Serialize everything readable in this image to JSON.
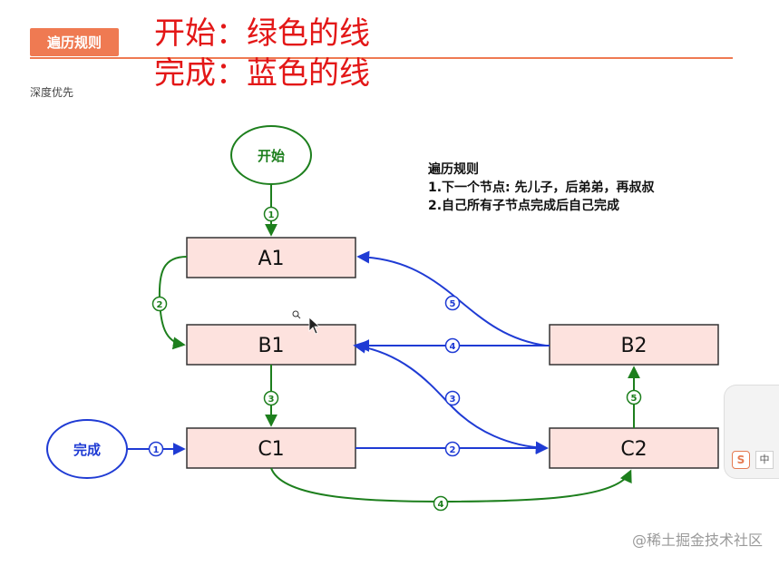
{
  "header": {
    "badge": "遍历规则",
    "subtitle": "深度优先"
  },
  "notes": {
    "start": "开始：绿色的线",
    "finish": "完成：蓝色的线"
  },
  "rules": {
    "title": "遍历规则",
    "line1": "1.下一个节点: 先儿子，后弟弟，再叔叔",
    "line2": "2.自己所有子节点完成后自己完成"
  },
  "nodes": {
    "start": "开始",
    "finish": "完成",
    "a1": "A1",
    "b1": "B1",
    "c1": "C1",
    "b2": "B2",
    "c2": "C2"
  },
  "steps": {
    "g1": "1",
    "g2": "2",
    "g3": "3",
    "g4": "4",
    "g5": "5",
    "b1": "1",
    "b2": "2",
    "b3": "3",
    "b4": "4",
    "b5": "5"
  },
  "watermark": "@稀土掘金技术社区",
  "ime": {
    "icon": "S",
    "label": "中"
  },
  "colors": {
    "green": "#1d7f1d",
    "blue": "#1f3bd4",
    "node_fill": "#fde2de",
    "accent": "#ef7a52",
    "note_red": "#e31717"
  }
}
